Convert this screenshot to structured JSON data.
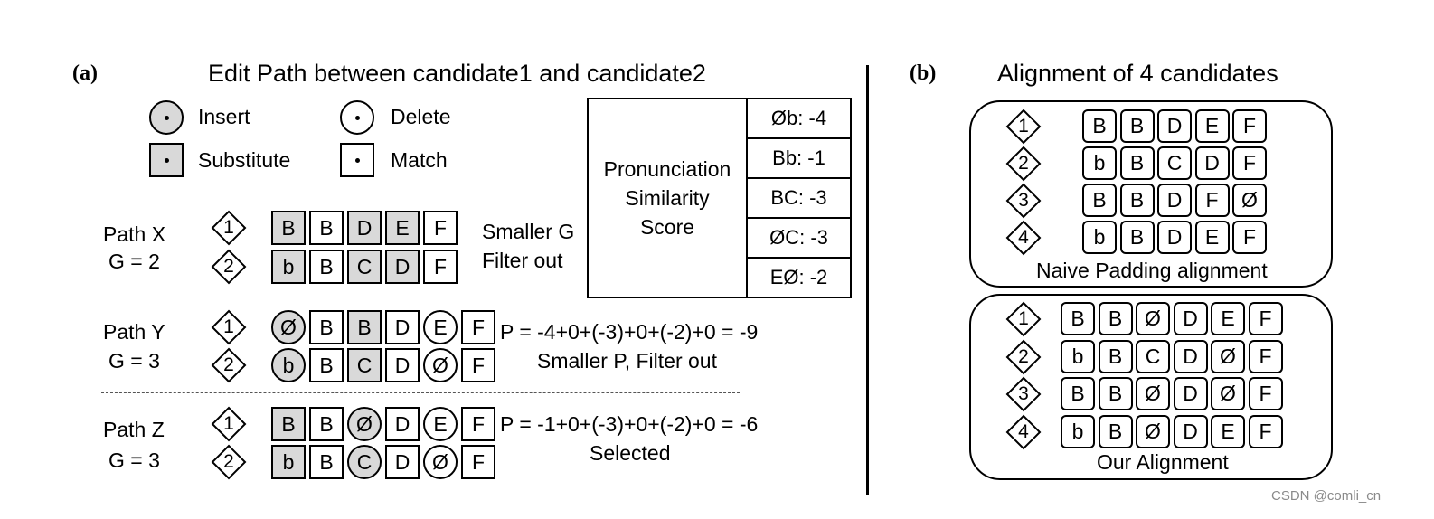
{
  "panel_a": {
    "label": "(a)",
    "title": "Edit Path between candidate1 and candidate2",
    "legend": [
      {
        "label": "Insert",
        "shape": "circle",
        "fill": "#d9d9d9"
      },
      {
        "label": "Delete",
        "shape": "circle",
        "fill": "#ffffff"
      },
      {
        "label": "Substitute",
        "shape": "square",
        "fill": "#d9d9d9"
      },
      {
        "label": "Match",
        "shape": "square",
        "fill": "#ffffff"
      }
    ],
    "score_table": {
      "title_lines": [
        "Pronunciation",
        "Similarity",
        "Score"
      ],
      "rows": [
        "Øb: -4",
        "Bb: -1",
        "BC: -3",
        "ØC: -3",
        "EØ: -2"
      ]
    },
    "paths": [
      {
        "name": "Path X",
        "g": "G = 2",
        "note_lines": [
          "Smaller G",
          "Filter out"
        ],
        "rows": [
          {
            "index": "1",
            "cells": [
              {
                "t": "B",
                "s": "sq",
                "g": true
              },
              {
                "t": "B",
                "s": "sq",
                "g": false
              },
              {
                "t": "D",
                "s": "sq",
                "g": true
              },
              {
                "t": "E",
                "s": "sq",
                "g": true
              },
              {
                "t": "F",
                "s": "sq",
                "g": false
              }
            ]
          },
          {
            "index": "2",
            "cells": [
              {
                "t": "b",
                "s": "sq",
                "g": true
              },
              {
                "t": "B",
                "s": "sq",
                "g": false
              },
              {
                "t": "C",
                "s": "sq",
                "g": true
              },
              {
                "t": "D",
                "s": "sq",
                "g": true
              },
              {
                "t": "F",
                "s": "sq",
                "g": false
              }
            ]
          }
        ]
      },
      {
        "name": "Path Y",
        "g": "G = 3",
        "note_lines": [
          "P = -4+0+(-3)+0+(-2)+0 = -9",
          "Smaller P, Filter out"
        ],
        "rows": [
          {
            "index": "1",
            "cells": [
              {
                "t": "Ø",
                "s": "ci",
                "g": true
              },
              {
                "t": "B",
                "s": "sq",
                "g": false
              },
              {
                "t": "B",
                "s": "sq",
                "g": true
              },
              {
                "t": "D",
                "s": "sq",
                "g": false
              },
              {
                "t": "E",
                "s": "ci",
                "g": false
              },
              {
                "t": "F",
                "s": "sq",
                "g": false
              }
            ]
          },
          {
            "index": "2",
            "cells": [
              {
                "t": "b",
                "s": "ci",
                "g": true
              },
              {
                "t": "B",
                "s": "sq",
                "g": false
              },
              {
                "t": "C",
                "s": "sq",
                "g": true
              },
              {
                "t": "D",
                "s": "sq",
                "g": false
              },
              {
                "t": "Ø",
                "s": "ci",
                "g": false
              },
              {
                "t": "F",
                "s": "sq",
                "g": false
              }
            ]
          }
        ]
      },
      {
        "name": "Path Z",
        "g": "G = 3",
        "note_lines": [
          "P = -1+0+(-3)+0+(-2)+0 = -6",
          "Selected"
        ],
        "rows": [
          {
            "index": "1",
            "cells": [
              {
                "t": "B",
                "s": "sq",
                "g": true
              },
              {
                "t": "B",
                "s": "sq",
                "g": false
              },
              {
                "t": "Ø",
                "s": "ci",
                "g": true
              },
              {
                "t": "D",
                "s": "sq",
                "g": false
              },
              {
                "t": "E",
                "s": "ci",
                "g": false
              },
              {
                "t": "F",
                "s": "sq",
                "g": false
              }
            ]
          },
          {
            "index": "2",
            "cells": [
              {
                "t": "b",
                "s": "sq",
                "g": true
              },
              {
                "t": "B",
                "s": "sq",
                "g": false
              },
              {
                "t": "C",
                "s": "ci",
                "g": true
              },
              {
                "t": "D",
                "s": "sq",
                "g": false
              },
              {
                "t": "Ø",
                "s": "ci",
                "g": false
              },
              {
                "t": "F",
                "s": "sq",
                "g": false
              }
            ]
          }
        ]
      }
    ]
  },
  "panel_b": {
    "label": "(b)",
    "title": "Alignment of 4 candidates",
    "groups": [
      {
        "caption": "Naive Padding alignment",
        "rows": [
          {
            "index": "1",
            "cells": [
              "B",
              "B",
              "D",
              "E",
              "F"
            ]
          },
          {
            "index": "2",
            "cells": [
              "b",
              "B",
              "C",
              "D",
              "F"
            ]
          },
          {
            "index": "3",
            "cells": [
              "B",
              "B",
              "D",
              "F",
              "Ø"
            ]
          },
          {
            "index": "4",
            "cells": [
              "b",
              "B",
              "D",
              "E",
              "F"
            ]
          }
        ]
      },
      {
        "caption": "Our Alignment",
        "rows": [
          {
            "index": "1",
            "cells": [
              "B",
              "B",
              "Ø",
              "D",
              "E",
              "F"
            ]
          },
          {
            "index": "2",
            "cells": [
              "b",
              "B",
              "C",
              "D",
              "Ø",
              "F"
            ]
          },
          {
            "index": "3",
            "cells": [
              "B",
              "B",
              "Ø",
              "D",
              "Ø",
              "F"
            ]
          },
          {
            "index": "4",
            "cells": [
              "b",
              "B",
              "Ø",
              "D",
              "E",
              "F"
            ]
          }
        ]
      }
    ]
  },
  "watermark": "CSDN @comli_cn"
}
